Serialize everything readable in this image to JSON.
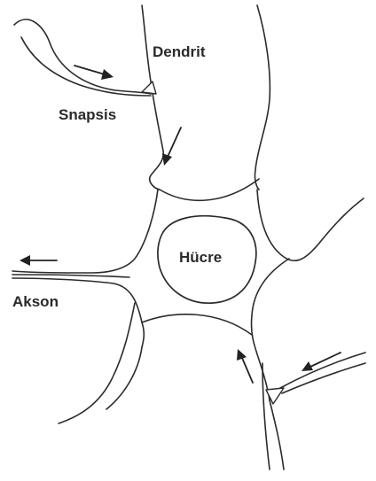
{
  "labels": {
    "dendrite": "Dendrit",
    "synapse": "Snapsis",
    "cell": "Hücre",
    "axon": "Akson"
  },
  "colors": {
    "line": "#2b2b2b",
    "background": "#ffffff"
  }
}
